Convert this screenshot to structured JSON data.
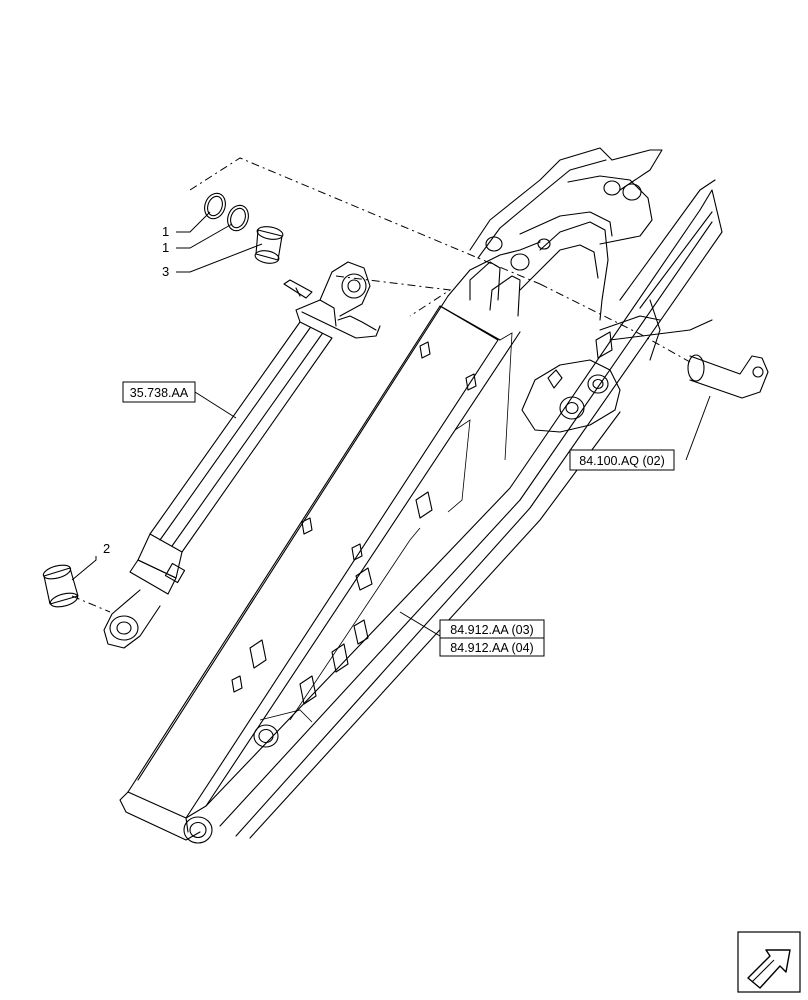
{
  "callouts": {
    "item_1a": "1",
    "item_1b": "1",
    "item_3": "3",
    "item_2": "2"
  },
  "references": {
    "cylinder": "35.738.AA",
    "pin": "84.100.AQ (02)",
    "pad_a": "84.912.AA (03)",
    "pad_b": "84.912.AA (04)"
  },
  "icons": {
    "corner": "navigation-arrow-icon"
  }
}
